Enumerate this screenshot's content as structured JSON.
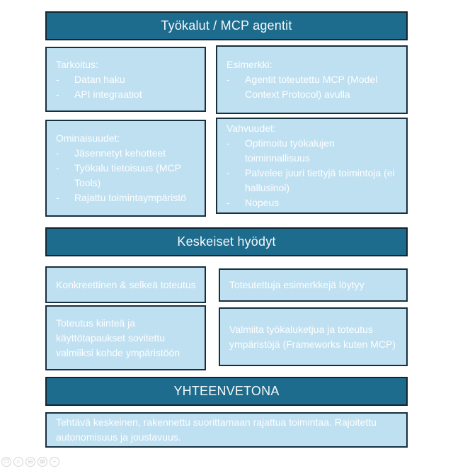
{
  "colors": {
    "header_fill": "#1e6c8d",
    "header_border": "#12242f",
    "box_fill": "#bfe0f1",
    "box_border": "#15303e",
    "text_light": "#fdfeff"
  },
  "headers": {
    "tools": "Työkalut / MCP agentit",
    "benefits": "Keskeiset hyödyt",
    "summary": "YHTEENVETONA"
  },
  "boxes": {
    "tarkoitus": {
      "title": "Tarkoitus:",
      "bullets": [
        "Datan haku",
        "API integraatiot"
      ]
    },
    "esimerkki": {
      "title": "Esimerkki:",
      "bullets": [
        "Agentit toteutettu MCP (Model Context Protocol) avulla"
      ]
    },
    "ominaisuudet": {
      "title": "Ominaisuudet:",
      "bullets": [
        "Jäsennetyt kehotteet",
        "Työkalu tietoisuus (MCP Tools)",
        "Rajattu toimintaympäristö"
      ]
    },
    "vahvuudet": {
      "title": "Vahvuudet:",
      "bullets": [
        "Optimoitu työkalujen toiminnallisuus",
        "Palvelee juuri tiettyjä toimintoja (ei hallusinoi)",
        "Nopeus"
      ]
    },
    "benefit1": "Konkreettinen & selkeä toteutus",
    "benefit2": "Toteutettuja esimerkkejä löytyy",
    "benefit3": "Toteutus kiinteä ja käyttötapaukset sovitettu valmiiksi kohde ympäristöön",
    "benefit4": "Valmiita työkaluketjua ja toteutus ympäristöjä (Frameworks  kuten MCP)",
    "summary": "Tehtävä keskeinen, rakennettu suorittamaan rajattua toimintaa. Rajoitettu autonomisuus ja joustavuus."
  },
  "viewer_icons": [
    {
      "name": "copy-icon",
      "glyph": "❐"
    },
    {
      "name": "zoom-icon",
      "glyph": "⌕"
    },
    {
      "name": "save-box-icon",
      "glyph": "⊟"
    },
    {
      "name": "image-box-icon",
      "glyph": "⊠"
    },
    {
      "name": "minus-icon",
      "glyph": "−"
    }
  ]
}
